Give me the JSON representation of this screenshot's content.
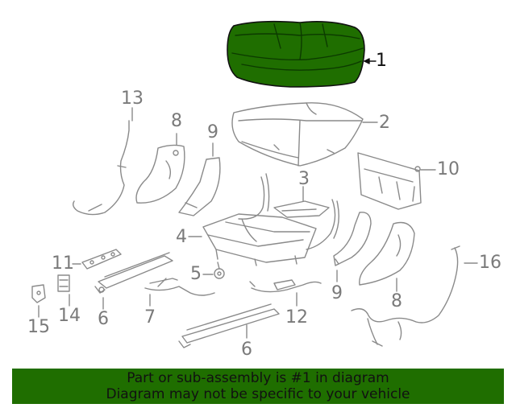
{
  "callouts": {
    "c1": "1",
    "c2": "2",
    "c3": "3",
    "c4": "4",
    "c5": "5",
    "c6a": "6",
    "c6b": "6",
    "c7": "7",
    "c8a": "8",
    "c8b": "8",
    "c9a": "9",
    "c9b": "9",
    "c10": "10",
    "c11": "11",
    "c12": "12",
    "c13": "13",
    "c14": "14",
    "c15": "15",
    "c16": "16"
  },
  "banner": {
    "line1": "Part or sub-assembly is #1 in diagram",
    "line2": "Diagram may not be specific to your vehicle"
  },
  "colors": {
    "highlight_green": "#1f6e00",
    "line_gray": "#8a8a8a"
  }
}
